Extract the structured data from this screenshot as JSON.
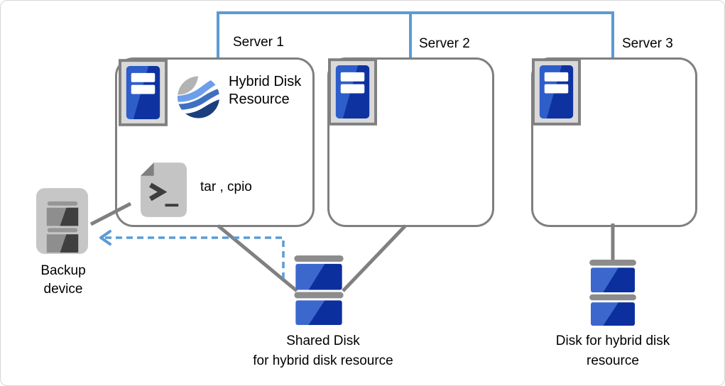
{
  "servers": [
    {
      "label": "Server 1"
    },
    {
      "label": "Server 2"
    },
    {
      "label": "Server 3"
    }
  ],
  "server1_contents": {
    "resource_label": "Hybrid Disk Resource",
    "commands_label": "tar , cpio"
  },
  "backup_device": {
    "line1": "Backup",
    "line2": "device"
  },
  "shared_disk": {
    "line1": "Shared Disk",
    "line2": "for hybrid disk resource"
  },
  "hybrid_disk": {
    "line1": "Disk for hybrid disk",
    "line2": "resource"
  },
  "icons": {
    "server": "server-tower-icon",
    "hybrid_resource": "hybrid-disk-globe-icon",
    "script": "shell-script-icon",
    "backup": "backup-device-icon",
    "disk": "disk-stack-icon"
  },
  "colors": {
    "interconnect_blue": "#5B9BD5",
    "connector_gray": "#808080",
    "box_border_gray": "#7f7f7f",
    "disk_blue_light": "#3C68CE",
    "disk_blue_dark": "#0C2F9E",
    "icon_gray": "#C6C6C6"
  }
}
